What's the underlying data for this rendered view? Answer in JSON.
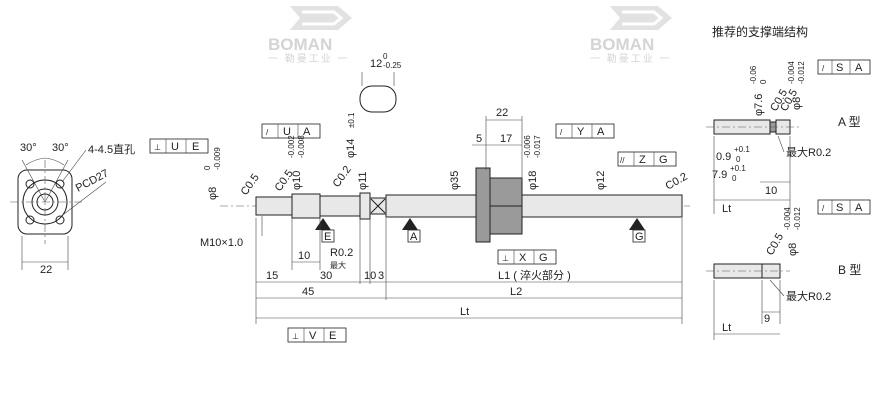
{
  "watermarks": [
    {
      "logo": "BOMAN",
      "sub": "一 勒曼工业 一"
    },
    {
      "logo": "BOMAN",
      "sub": "一 勒曼工业 一"
    }
  ],
  "right_panel": {
    "title": "推荐的支撑端结构",
    "type_a": "A 型",
    "type_b": "B 型",
    "a_dims": [
      "φ7.6",
      "C0.5",
      "C0.5",
      "φ8",
      "最大R0.2",
      "10",
      "Lt"
    ],
    "a_tol_76": [
      "-0.06",
      "0"
    ],
    "a_tol_8": [
      "-0.004",
      "-0.012"
    ],
    "a_width_09": {
      "val": "0.9",
      "up": "+0.1",
      "low": "0"
    },
    "a_width_79": {
      "val": "7.9",
      "up": "+0.1",
      "low": "0"
    },
    "a_frame": [
      "/",
      "S",
      "A"
    ],
    "b_dims": [
      "C0.5",
      "φ8",
      "最大R0.2",
      "9",
      "Lt"
    ],
    "b_tol_8": [
      "-0.004",
      "-0.012"
    ],
    "b_frame": [
      "/",
      "S",
      "A"
    ]
  },
  "flange_view": {
    "angle_left": "30°",
    "angle_right": "30°",
    "holes": "4-4.5直孔",
    "pcd": "PCD27",
    "width": "22",
    "frame": [
      "⊥",
      "U",
      "E"
    ]
  },
  "main": {
    "keyway": {
      "width": "12",
      "tol_up": "0",
      "tol_low": "-0.25"
    },
    "frames": {
      "ua": [
        "/",
        "U",
        "A"
      ],
      "ya": [
        "/",
        "Y",
        "A"
      ],
      "zg": [
        "//",
        "Z",
        "G"
      ],
      "xg": [
        "⊥",
        "X",
        "G"
      ],
      "ve": [
        "⊥",
        "V",
        "E"
      ]
    },
    "diameters": {
      "d8": "φ8",
      "d8_tol": [
        "0",
        "-0.009"
      ],
      "d10": "φ10",
      "d10_tol": [
        "-0.002",
        "-0.008"
      ],
      "d14": "φ14",
      "d14_tol": "±0.1",
      "d11": "φ11",
      "d35": "φ35",
      "d18": "φ18",
      "d18_tol": [
        "-0.006",
        "-0.017"
      ],
      "d12": "φ12"
    },
    "chamfers": [
      "C0.5",
      "C0.5",
      "C0.2",
      "C0.2"
    ],
    "thread": "M10×1.0",
    "radius": "R0.2",
    "radius_note": "最大",
    "datum_labels": [
      "E",
      "A",
      "G"
    ],
    "dims": {
      "nut_len": "22",
      "flange_t": "5",
      "nut_step": "17",
      "d10": "10",
      "d15": "15",
      "d30": "30",
      "d10b": "10",
      "d3": "3",
      "d45": "45",
      "l1": "L1 ( 淬火部分 )",
      "l2": "L2",
      "lt": "Lt"
    }
  }
}
